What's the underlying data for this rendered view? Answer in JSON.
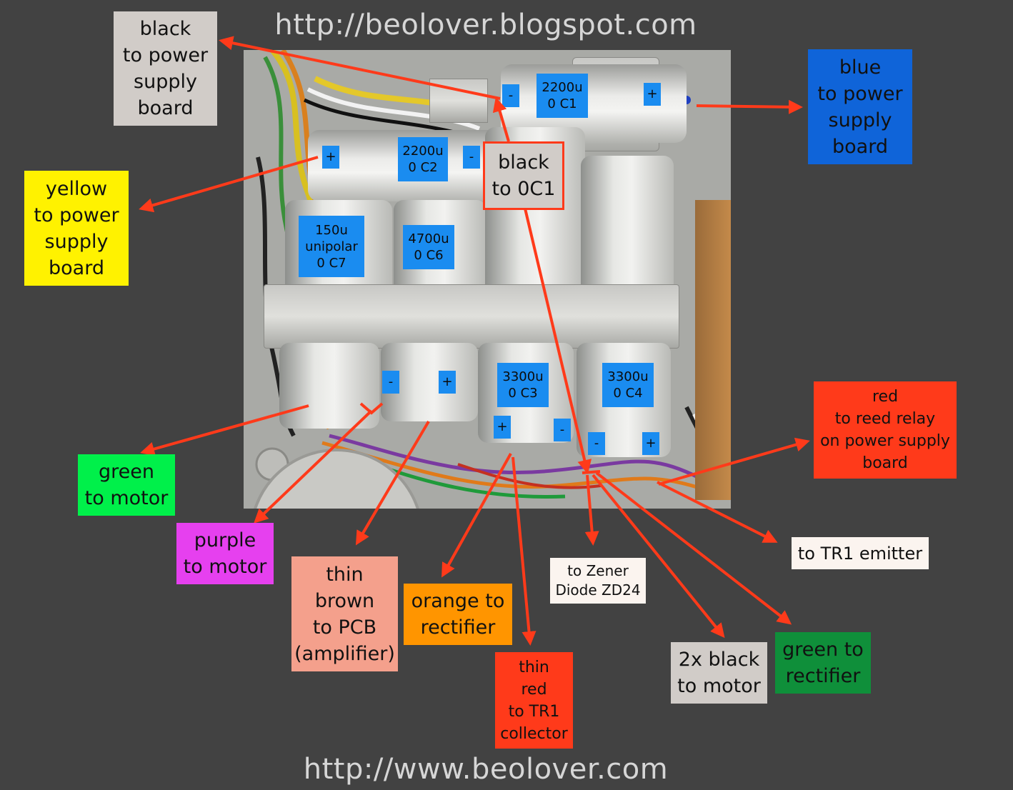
{
  "header_url": "http://beolover.blogspot.com",
  "footer_url": "http://www.beolover.com",
  "capacitors": {
    "c1": {
      "value": "2200u",
      "name": "0 C1",
      "minus": "-",
      "plus": "+"
    },
    "c2": {
      "value": "2200u",
      "name": "0 C2",
      "minus": "-",
      "plus": "+"
    },
    "c7": {
      "value": "150u",
      "type": "unipolar",
      "name": "0 C7"
    },
    "c6": {
      "value": "4700u",
      "name": "0 C6"
    },
    "c3": {
      "value": "3300u",
      "name": "0 C3",
      "minus": "-",
      "plus": "+"
    },
    "c4": {
      "value": "3300u",
      "name": "0 C4",
      "minus": "-",
      "plus": "+"
    },
    "bottom_left": {
      "minus": "-",
      "plus": "+"
    }
  },
  "labels": {
    "black_power": [
      "black",
      "to power",
      "supply",
      "board"
    ],
    "blue_power": [
      "blue",
      "to power",
      "supply",
      "board"
    ],
    "yellow_power": [
      "yellow",
      "to power",
      "supply",
      "board"
    ],
    "black_0c1": [
      "black",
      "to 0C1"
    ],
    "red_relay": [
      "red",
      "to reed relay",
      "on power supply",
      "board"
    ],
    "green_motor": [
      "green",
      "to motor"
    ],
    "purple_motor": [
      "purple",
      "to motor"
    ],
    "thin_brown": [
      "thin",
      "brown",
      "to PCB",
      "(amplifier)"
    ],
    "orange_rect": [
      "orange to",
      "rectifier"
    ],
    "thin_red": [
      "thin",
      "red",
      "to TR1",
      "collector"
    ],
    "zener": [
      "to Zener",
      "Diode ZD24"
    ],
    "tr1_emitter": [
      "to TR1 emitter"
    ],
    "black_motor": [
      "2x black",
      "to motor"
    ],
    "green_rect": [
      "green to",
      "rectifier"
    ]
  },
  "colors": {
    "background": "#424242",
    "arrow": "#ff3a1a",
    "cap_tag": "#1a8cf0"
  }
}
